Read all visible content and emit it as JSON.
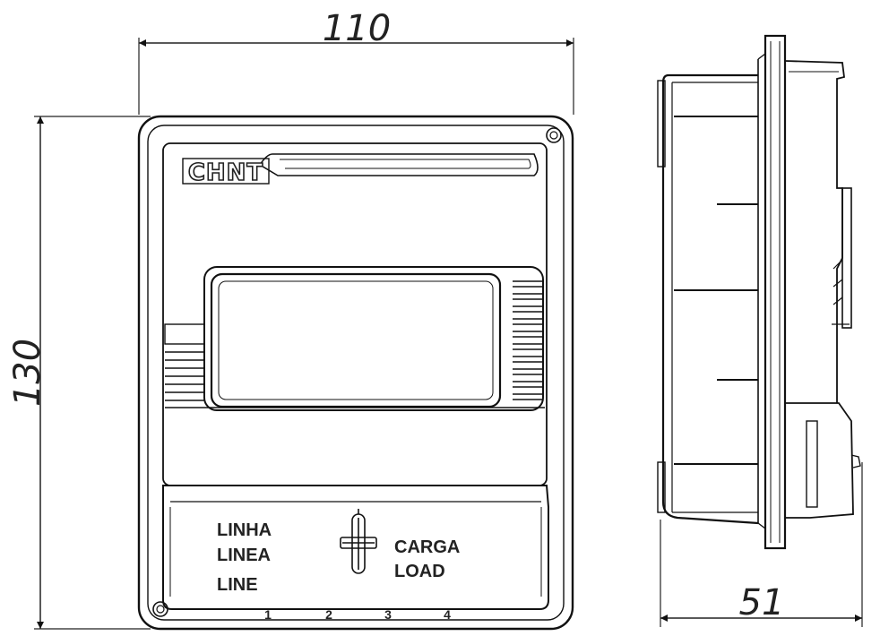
{
  "dimensions": {
    "width": "110",
    "height": "130",
    "depth": "51"
  },
  "logo": "CHNT",
  "terminals": {
    "line_labels": [
      "LINHA",
      "LINEA",
      "LINE"
    ],
    "load_labels": [
      "CARGA",
      "LOAD"
    ],
    "numbers": [
      "1",
      "2",
      "3",
      "4"
    ]
  }
}
